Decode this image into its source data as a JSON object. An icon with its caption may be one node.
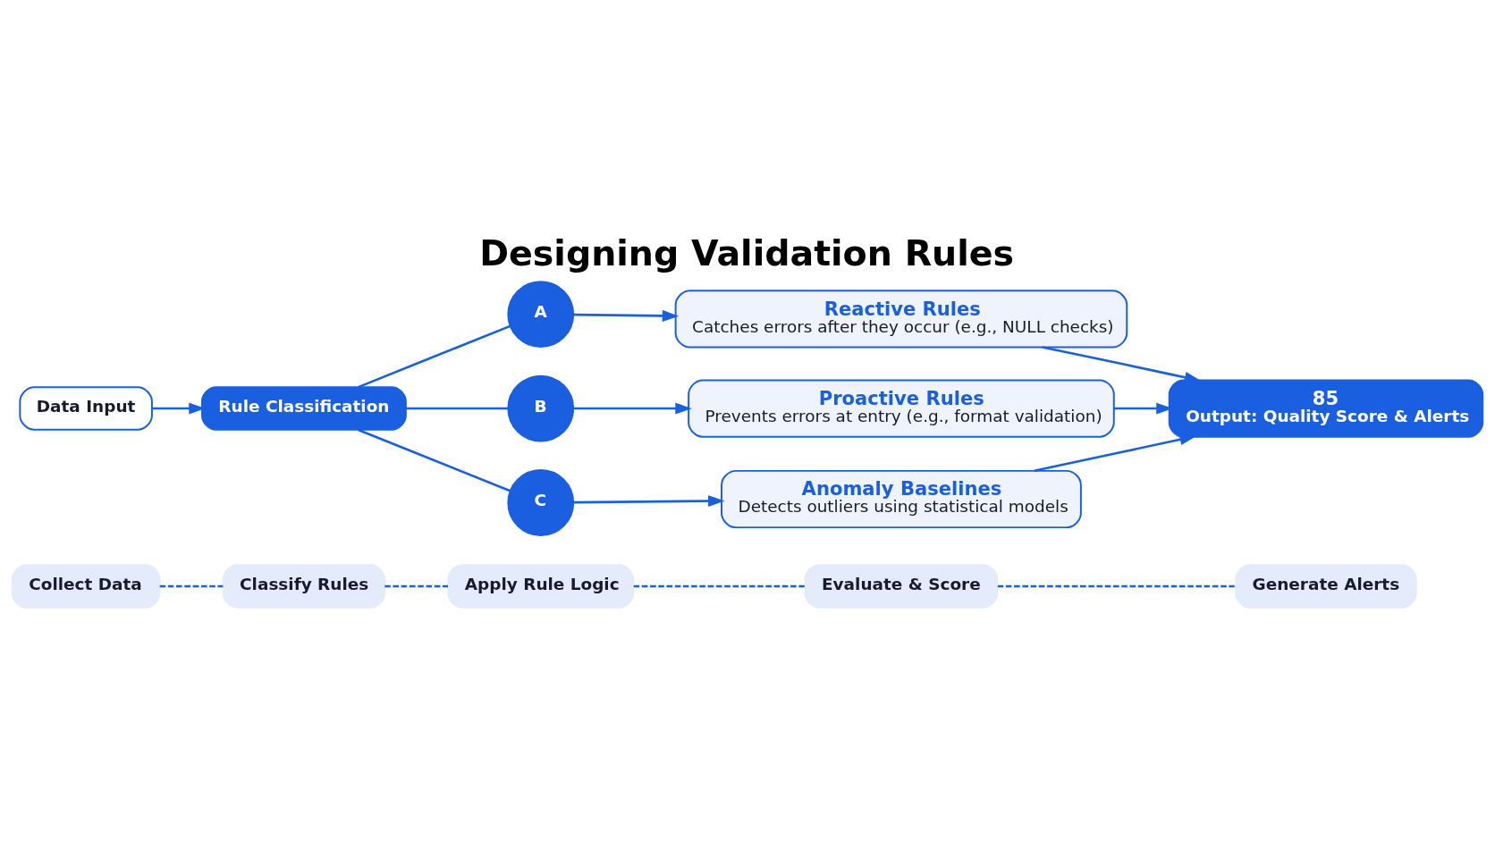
{
  "diagram": {
    "title": "Designing Validation Rules",
    "nodes": [
      {
        "text": [
          "Data Input"
        ]
      },
      {
        "text": [
          "Rule Classification"
        ]
      },
      {
        "text": [
          "A"
        ]
      },
      {
        "text": [
          "Reactive Rules",
          "Catches errors after they occur (e.g., NULL checks)"
        ]
      },
      {
        "text": [
          "B"
        ]
      },
      {
        "text": [
          "Proactive Rules",
          "Prevents errors at entry (e.g., format validation)"
        ]
      },
      {
        "text": [
          "C"
        ]
      },
      {
        "text": [
          "Anomaly Baselines",
          "Detects outliers using statistical models"
        ]
      },
      {
        "text": [
          "85",
          "Output: Quality Score & Alerts"
        ]
      },
      {
        "text": [
          "Collect Data"
        ]
      },
      {
        "text": [
          "Classify Rules"
        ]
      },
      {
        "text": [
          "Apply Rule Logic"
        ]
      },
      {
        "text": [
          "Evaluate & Score"
        ]
      },
      {
        "text": [
          "Generate Alerts"
        ]
      }
    ],
    "edges": [
      {
        "from": 0,
        "to": 1,
        "arrow": "to"
      },
      {
        "from": 1,
        "to": 2,
        "arrow": "none"
      },
      {
        "from": 1,
        "to": 4,
        "arrow": "none"
      },
      {
        "from": 1,
        "to": 6,
        "arrow": "none"
      },
      {
        "from": 2,
        "to": 3,
        "arrow": "to"
      },
      {
        "from": 4,
        "to": 5,
        "arrow": "to"
      },
      {
        "from": 6,
        "to": 7,
        "arrow": "to"
      },
      {
        "from": 3,
        "to": 8,
        "arrow": "to"
      },
      {
        "from": 5,
        "to": 8,
        "arrow": "to"
      },
      {
        "from": 7,
        "to": 8,
        "arrow": "to"
      },
      {
        "from": 9,
        "to": 10,
        "arrow": "none",
        "style": "dashed"
      },
      {
        "from": 10,
        "to": 11,
        "arrow": "none",
        "style": "dashed"
      },
      {
        "from": 11,
        "to": 12,
        "arrow": "none",
        "style": "dashed"
      },
      {
        "from": 12,
        "to": 13,
        "arrow": "none",
        "style": "dashed"
      }
    ]
  }
}
